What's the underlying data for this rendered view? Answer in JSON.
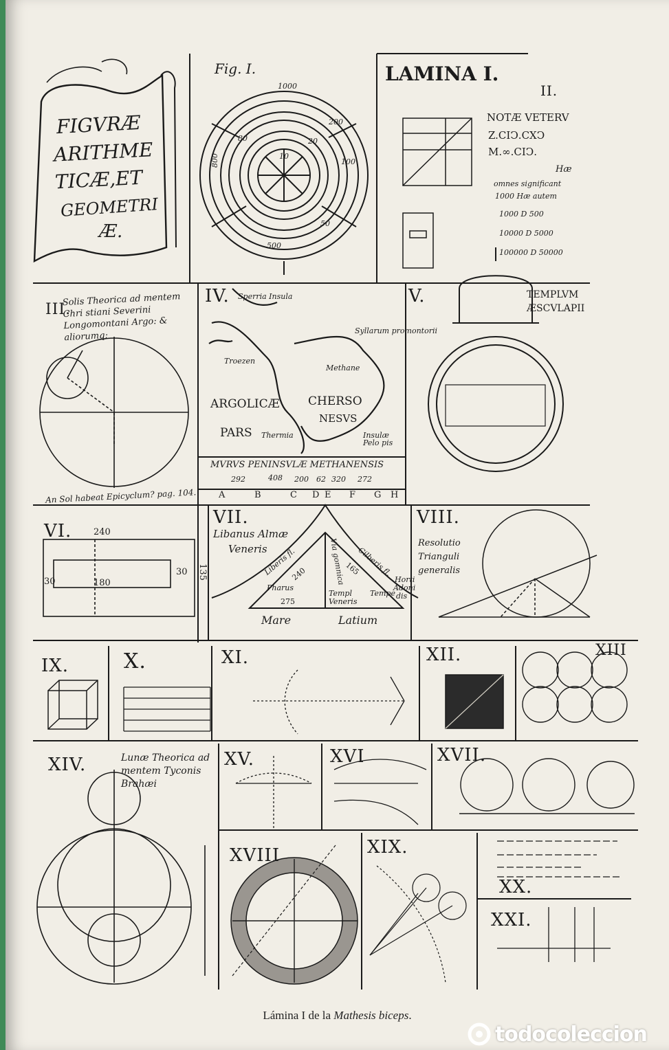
{
  "plate": {
    "banner": [
      "FIGVRÆ",
      "ARITHME",
      "TICÆ,ET",
      "GEOMETRI",
      "Æ."
    ],
    "fig1_label": "Fig. I.",
    "lamina_label": "LAMINA I.",
    "fig1_numbers": [
      "1000",
      "800",
      "500",
      "200",
      "100",
      "80",
      "50",
      "20",
      "10"
    ],
    "numeral_notes": [
      "NOTÆ VETERV",
      "Z.CIↃ.CXↃ",
      "M.∞.CIↃ.",
      "Hæ",
      "omnes significant",
      "1000 Hæ autem",
      "1000 D 500",
      "10000 D 5000",
      "100000 D 50000"
    ],
    "templum": [
      "TEMPLVM",
      "ÆSCVLAPII"
    ],
    "theorica_solis": "Solis Theorica ad mentem Chri stiani Severini Longomontani Argo: & aliorumq;",
    "epicyclum": "An Sol habeat Epicyclum? pag. 104.",
    "map_iv": {
      "places": [
        "Sperria Insula",
        "Syllarum promontorii",
        "Troezen",
        "Methane",
        "ARGOLICÆ",
        "PARS",
        "CHERSO",
        "NESVS",
        "Thermia",
        "Insulæ Pelo pis"
      ],
      "murus": "MVRVS PENINSVLÆ METHANENSIS",
      "scale_numbers": [
        "292",
        "408",
        "200",
        "62",
        "320",
        "272"
      ],
      "scale_letters": [
        "A",
        "B",
        "C",
        "D",
        "E",
        "F",
        "G",
        "H"
      ]
    },
    "fig6": [
      "240",
      "180",
      "30",
      "30",
      "135"
    ],
    "libanus": [
      "Libanus Almæ",
      "Veneris",
      "Liberis fl.",
      "Via gomnica",
      "Cilberis fl.",
      "Pharus",
      "Tempe",
      "Templ",
      "Veneris",
      "Horti",
      "Adoni",
      "dis",
      "275",
      "240",
      "165",
      "Mare",
      "Latium"
    ],
    "resolutio": [
      "Resolutio",
      "Trianguli",
      "generalis"
    ],
    "lunae": "Lunæ Theorica ad mentem Tyconis Brahæi",
    "romans": [
      "II.",
      "III.",
      "IV.",
      "V.",
      "VI.",
      "VII.",
      "VIII.",
      "IX.",
      "X.",
      "XI.",
      "XII.",
      "XIII",
      "XIV.",
      "XV.",
      "XVI",
      "XVII.",
      "XVIII",
      "XIX.",
      "XX.",
      "XXI."
    ]
  },
  "caption": {
    "prefix": "Lámina I de la ",
    "italic": "Mathesis biceps",
    "suffix": "."
  },
  "watermark": {
    "text": "todocoleccion"
  },
  "colors": {
    "background": "#3f8a57",
    "paper": "#f1eee6",
    "ink": "#1c1c1c"
  }
}
